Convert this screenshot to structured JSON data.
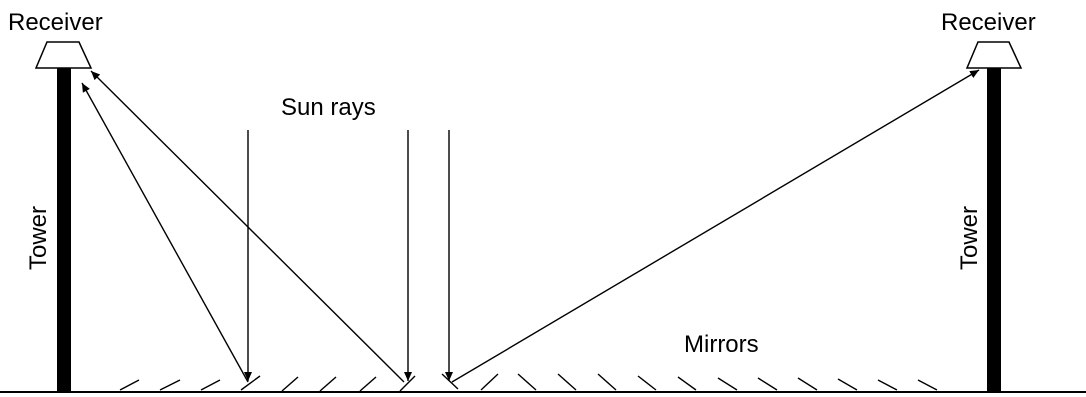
{
  "labels": {
    "receiver_left": "Receiver",
    "receiver_right": "Receiver",
    "tower_left": "Tower",
    "tower_right": "Tower",
    "sun_rays": "Sun rays",
    "mirrors": "Mirrors"
  },
  "colors": {
    "ink": "#000000",
    "background": "#ffffff"
  }
}
